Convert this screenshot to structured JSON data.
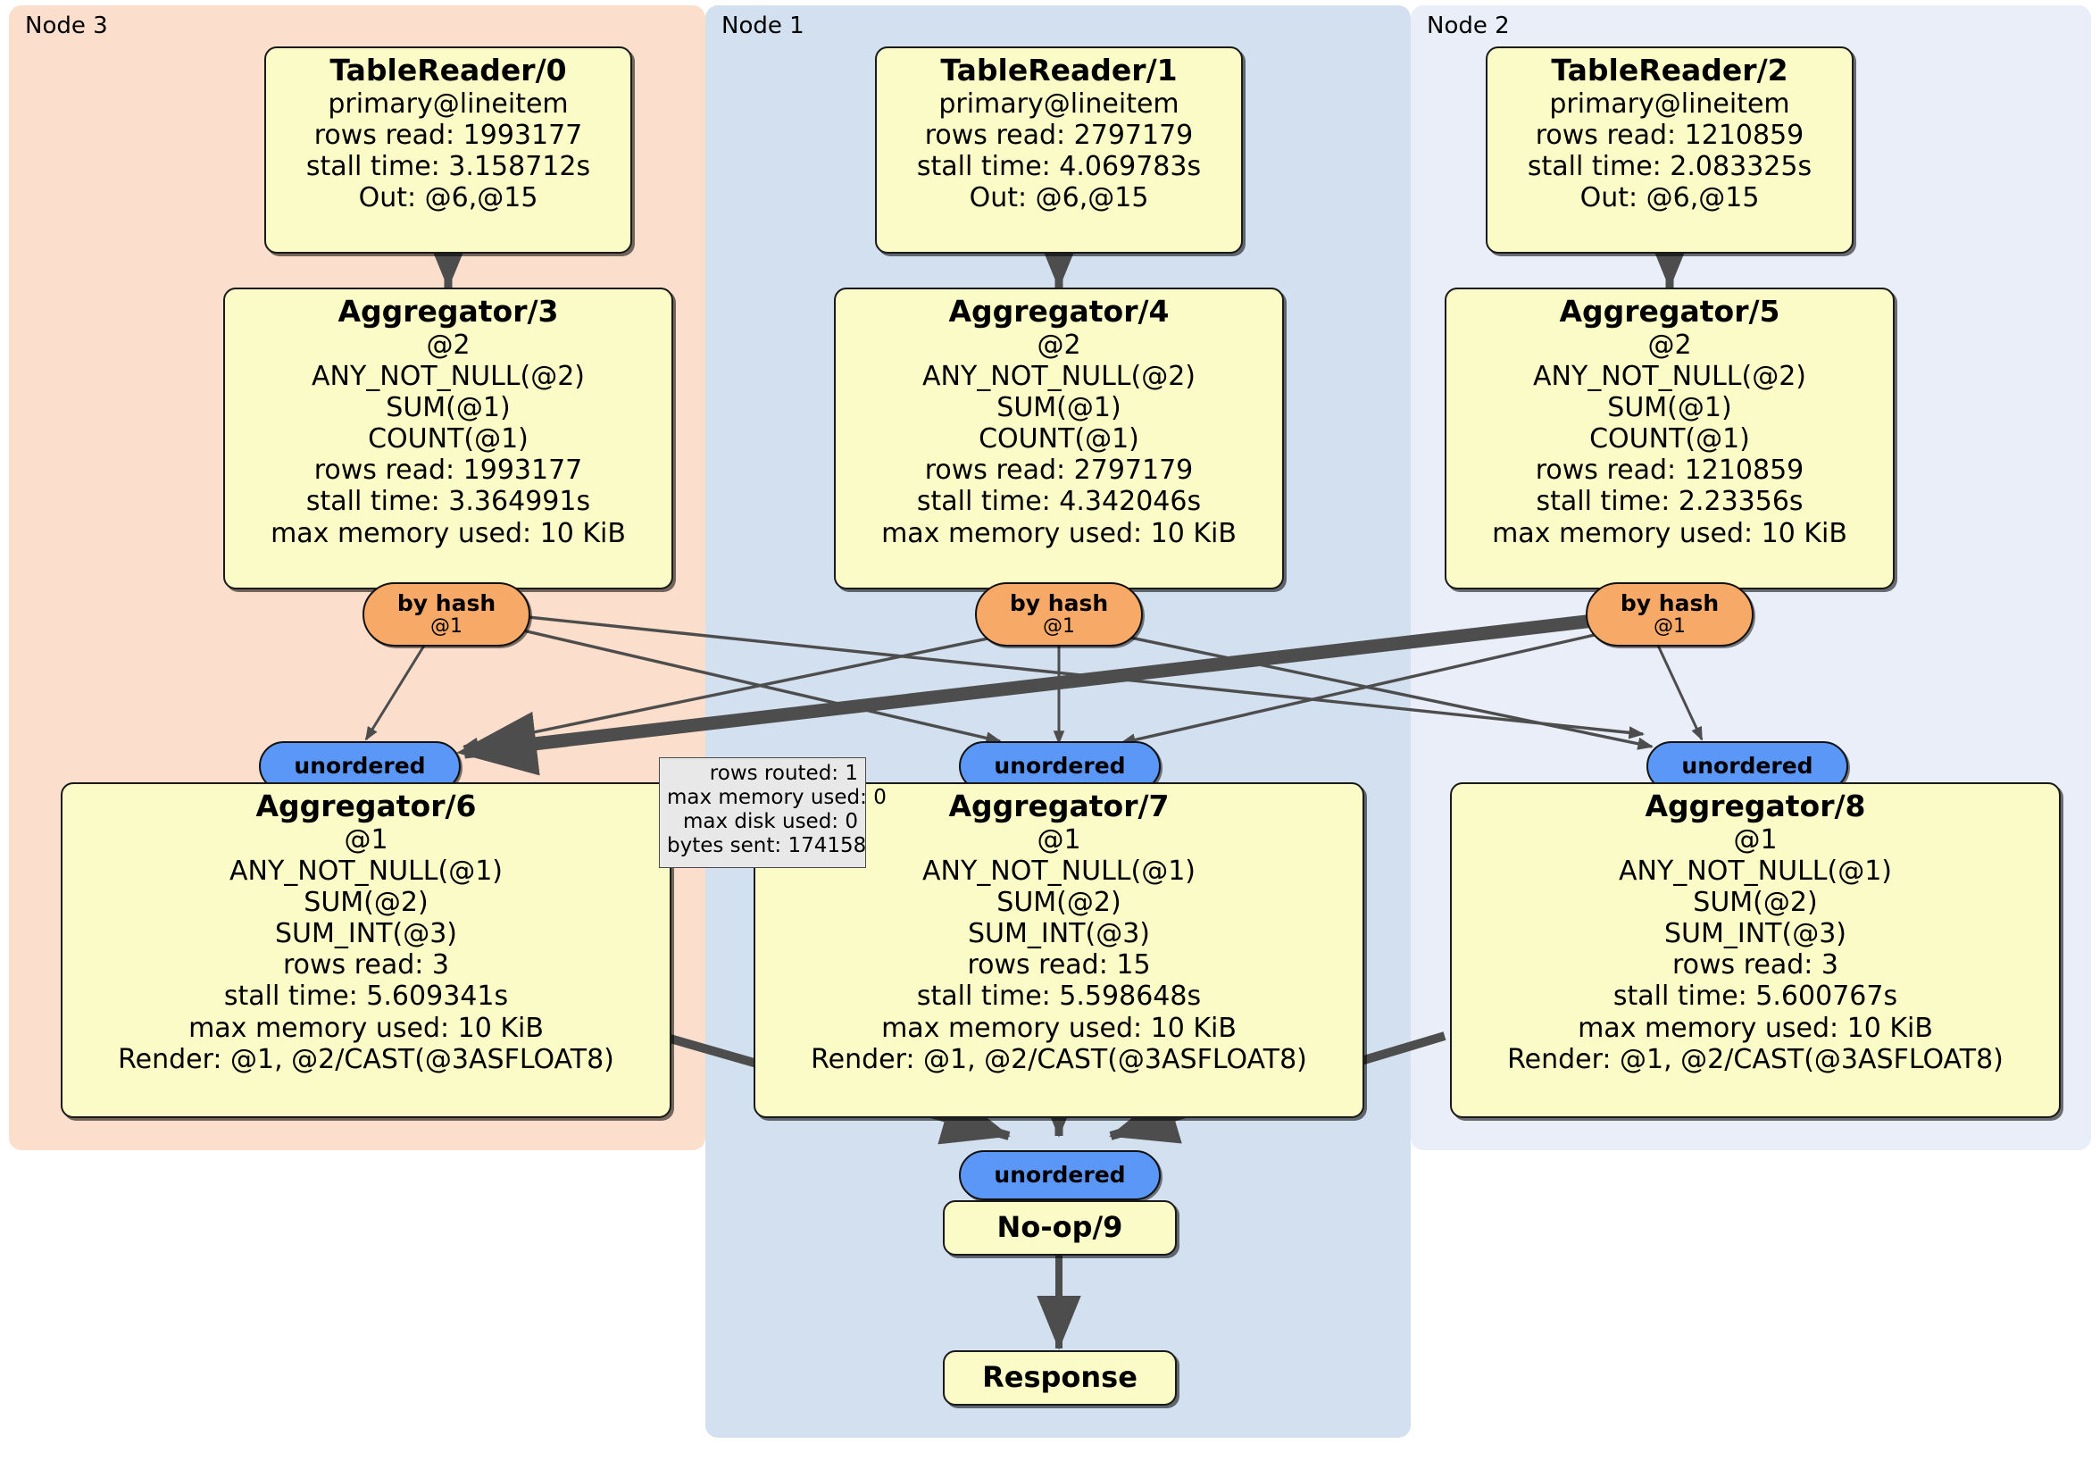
{
  "diagram": {
    "type": "distributed-query-execution-plan",
    "panel_colors": {
      "node3": "#fbdfcc",
      "node1": "#d2e0ef",
      "node2": "#e9eef9"
    },
    "node_box_color": "#fbfbc8",
    "router_color": "#f7a968",
    "sync_color": "#5b97f7",
    "stats_box_color": "#e8e8e8",
    "edge_color": "#4d4d4d"
  },
  "panels": [
    {
      "id": "node3",
      "label": "Node 3"
    },
    {
      "id": "node1",
      "label": "Node 1"
    },
    {
      "id": "node2",
      "label": "Node 2"
    }
  ],
  "processors": [
    {
      "id": "tablereader0",
      "title": "TableReader/0",
      "lines": [
        "primary@lineitem",
        "rows read: 1993177",
        "stall time: 3.158712s",
        "Out: @6,@15"
      ]
    },
    {
      "id": "tablereader1",
      "title": "TableReader/1",
      "lines": [
        "primary@lineitem",
        "rows read: 2797179",
        "stall time: 4.069783s",
        "Out: @6,@15"
      ]
    },
    {
      "id": "tablereader2",
      "title": "TableReader/2",
      "lines": [
        "primary@lineitem",
        "rows read: 1210859",
        "stall time: 2.083325s",
        "Out: @6,@15"
      ]
    },
    {
      "id": "aggregator3",
      "title": "Aggregator/3",
      "lines": [
        "@2",
        "ANY_NOT_NULL(@2)",
        "SUM(@1)",
        "COUNT(@1)",
        "rows read: 1993177",
        "stall time: 3.364991s",
        "max memory used: 10 KiB"
      ]
    },
    {
      "id": "aggregator4",
      "title": "Aggregator/4",
      "lines": [
        "@2",
        "ANY_NOT_NULL(@2)",
        "SUM(@1)",
        "COUNT(@1)",
        "rows read: 2797179",
        "stall time: 4.342046s",
        "max memory used: 10 KiB"
      ]
    },
    {
      "id": "aggregator5",
      "title": "Aggregator/5",
      "lines": [
        "@2",
        "ANY_NOT_NULL(@2)",
        "SUM(@1)",
        "COUNT(@1)",
        "rows read: 1210859",
        "stall time: 2.23356s",
        "max memory used: 10 KiB"
      ]
    },
    {
      "id": "aggregator6",
      "title": "Aggregator/6",
      "lines": [
        "@1",
        "ANY_NOT_NULL(@1)",
        "SUM(@2)",
        "SUM_INT(@3)",
        "rows read: 3",
        "stall time: 5.609341s",
        "max memory used: 10 KiB",
        "Render: @1, @2/CAST(@3ASFLOAT8)"
      ]
    },
    {
      "id": "aggregator7",
      "title": "Aggregator/7",
      "lines": [
        "@1",
        "ANY_NOT_NULL(@1)",
        "SUM(@2)",
        "SUM_INT(@3)",
        "rows read: 15",
        "stall time: 5.598648s",
        "max memory used: 10 KiB",
        "Render: @1, @2/CAST(@3ASFLOAT8)"
      ]
    },
    {
      "id": "aggregator8",
      "title": "Aggregator/8",
      "lines": [
        "@1",
        "ANY_NOT_NULL(@1)",
        "SUM(@2)",
        "SUM_INT(@3)",
        "rows read: 3",
        "stall time: 5.600767s",
        "max memory used: 10 KiB",
        "Render: @1, @2/CAST(@3ASFLOAT8)"
      ]
    },
    {
      "id": "noop9",
      "title": "No-op/9",
      "lines": []
    },
    {
      "id": "response",
      "title": "Response",
      "lines": []
    }
  ],
  "routers": [
    {
      "id": "byhash3",
      "label": "by hash",
      "sub": "@1"
    },
    {
      "id": "byhash4",
      "label": "by hash",
      "sub": "@1"
    },
    {
      "id": "byhash5",
      "label": "by hash",
      "sub": "@1"
    }
  ],
  "synchronizers": [
    {
      "id": "unordered6",
      "label": "unordered"
    },
    {
      "id": "unordered7",
      "label": "unordered"
    },
    {
      "id": "unordered8",
      "label": "unordered"
    },
    {
      "id": "unordered-final",
      "label": "unordered"
    }
  ],
  "edge_stats": {
    "id": "edge-stats-box",
    "lines": [
      "rows routed: 1",
      "max memory used: 0",
      "max disk used: 0",
      "bytes sent: 174158"
    ]
  }
}
